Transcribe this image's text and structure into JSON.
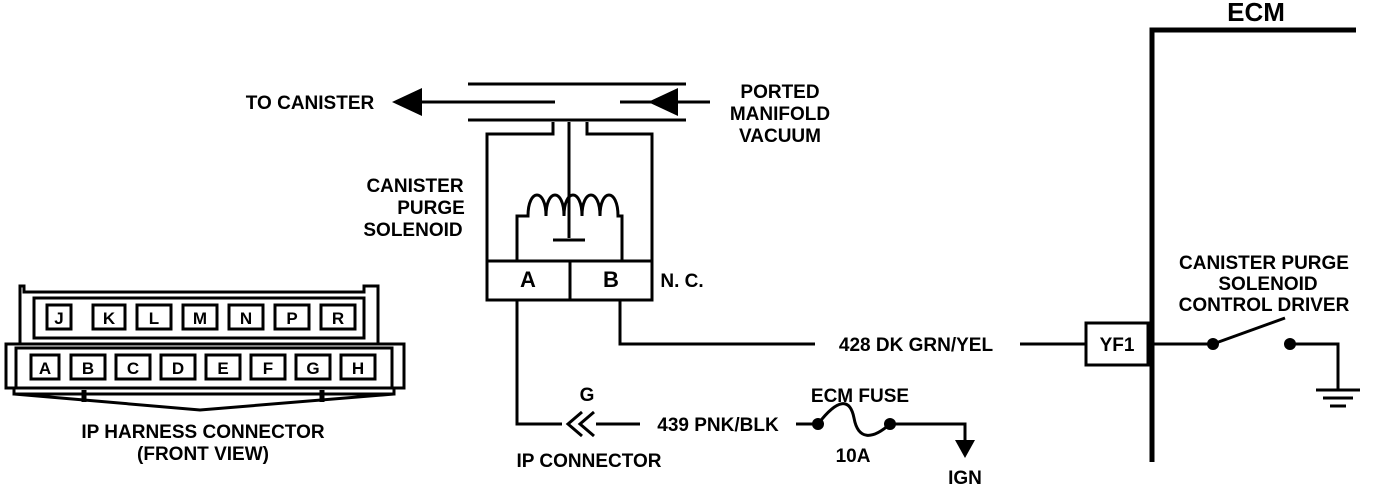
{
  "ecm": {
    "title": "ECM"
  },
  "hoses": {
    "to_canister": "TO CANISTER",
    "ported_vacuum": [
      "PORTED",
      "MANIFOLD",
      "VACUUM"
    ]
  },
  "solenoid": {
    "label": [
      "CANISTER",
      "PURGE",
      "SOLENOID"
    ],
    "terminal_a": "A",
    "terminal_b": "B",
    "state": "N. C."
  },
  "wires": {
    "w428": "428  DK GRN/YEL",
    "w439": "439  PNK/BLK"
  },
  "ecm_terminal": "YF1",
  "driver": {
    "label": [
      "CANISTER PURGE",
      "SOLENOID",
      "CONTROL DRIVER"
    ]
  },
  "fuse": {
    "name": "ECM FUSE",
    "rating": "10A"
  },
  "ign": "IGN",
  "ip_connector": {
    "terminal": "G",
    "label": "IP CONNECTOR"
  },
  "harness": {
    "top_pins": [
      "J",
      "K",
      "L",
      "M",
      "N",
      "P",
      "R"
    ],
    "bottom_pins": [
      "A",
      "B",
      "C",
      "D",
      "E",
      "F",
      "G",
      "H"
    ],
    "label": [
      "IP HARNESS CONNECTOR",
      "(FRONT VIEW)"
    ]
  },
  "colors": {
    "ink": "#000000",
    "background": "#ffffff"
  }
}
